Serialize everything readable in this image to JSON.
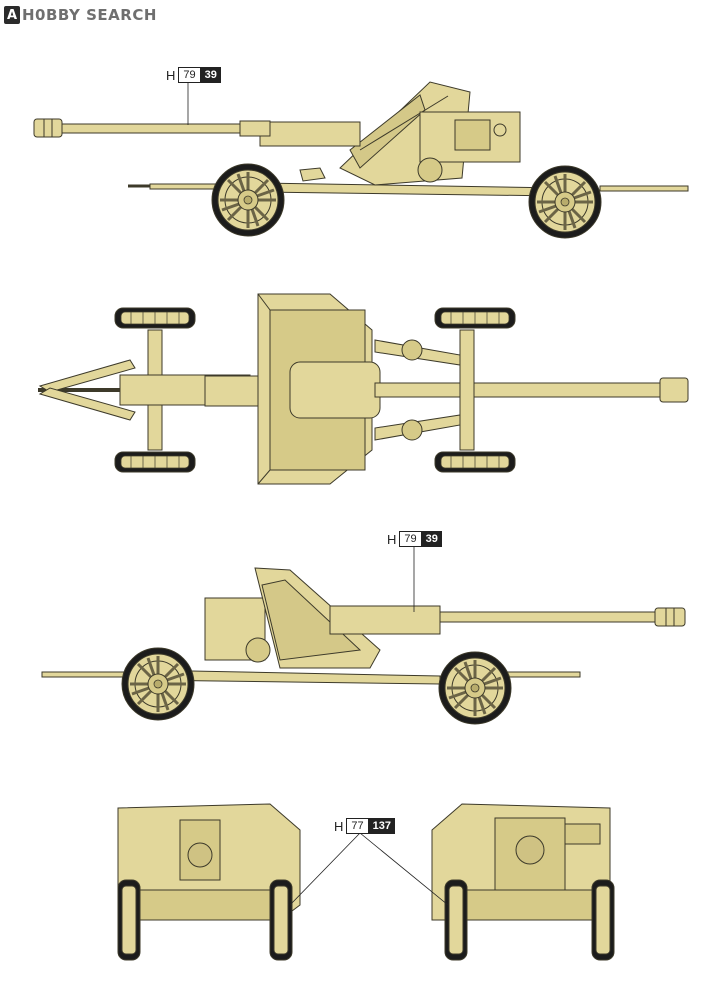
{
  "header": {
    "logo_letter": "A",
    "logo_text": "H0BBY SEARCH"
  },
  "callouts": [
    {
      "prefix": "H",
      "part": "79",
      "qty": "39"
    },
    {
      "prefix": "H",
      "part": "79",
      "qty": "39"
    },
    {
      "prefix": "H",
      "part": "77",
      "qty": "137"
    }
  ],
  "colors": {
    "paint": "#e2d79b",
    "outline": "#3d3a2a",
    "tire": "#1c1c1c"
  }
}
